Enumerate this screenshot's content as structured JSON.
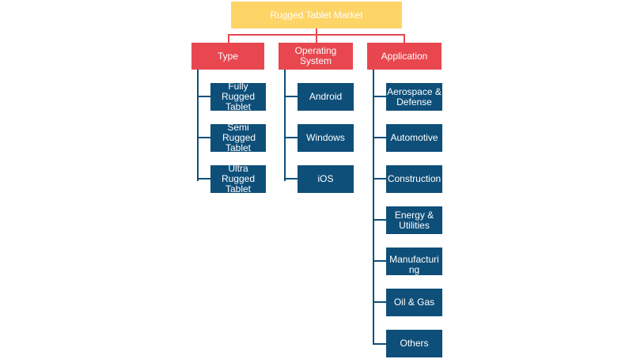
{
  "root": {
    "label": "Rugged Tablet Market"
  },
  "categories": [
    {
      "label": "Type",
      "children": [
        "Fully Rugged Tablet",
        "Semi Rugged Tablet",
        "Ultra Rugged Tablet"
      ]
    },
    {
      "label": "Operating System",
      "children": [
        "Android",
        "Windows",
        "iOS"
      ]
    },
    {
      "label": "Application",
      "children": [
        "Aerospace & Defense",
        "Automotive",
        "Construction",
        "Energy & Utilities",
        "Manufacturing",
        "Oil & Gas",
        "Others"
      ]
    }
  ],
  "colors": {
    "root": "#fdd466",
    "category": "#e8474f",
    "leaf": "#0e4f79"
  }
}
